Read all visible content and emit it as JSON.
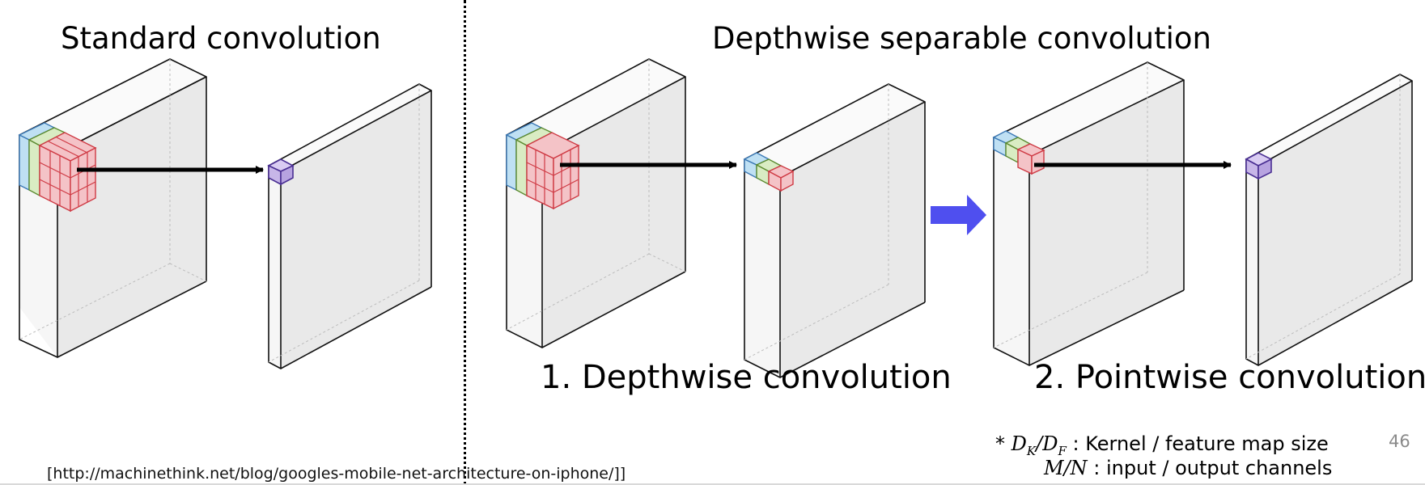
{
  "titles": {
    "standard": "Standard convolution",
    "depthwise_separable": "Depthwise separable convolution"
  },
  "captions": {
    "depthwise": "1. Depthwise convolution",
    "pointwise": "2. Pointwise convolution"
  },
  "notes": {
    "line1_prefix": "* ",
    "dk": "D",
    "dk_sub": "K",
    "slash": "/",
    "df": "D",
    "df_sub": "F",
    "line1_text": " : Kernel / feature map size",
    "m": "M",
    "slash2": "/",
    "n": "N",
    "line2_text": " : input / output channels"
  },
  "page_number": "46",
  "source": "[http://machinethink.net/blog/googles-mobile-net-architecture-on-iphone/]]",
  "colors": {
    "kernel_blue": "#bfe0f3",
    "kernel_green": "#d9ecc3",
    "kernel_red": "#f4c3c7",
    "output_purple": "#c7b6e8",
    "blue_edge": "#3a78b5",
    "green_edge": "#5a8a2f",
    "red_edge": "#cf3a44",
    "purple_edge": "#4a2f93",
    "transition_arrow": "#4f4fef"
  }
}
